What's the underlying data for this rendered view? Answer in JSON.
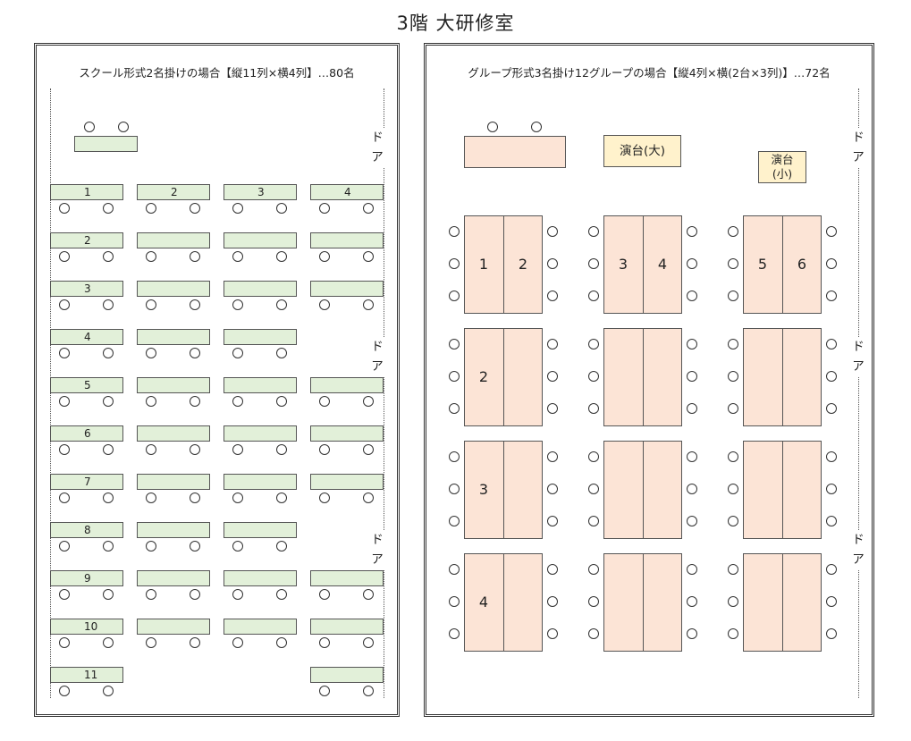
{
  "title": "3階 大研修室",
  "door_label": [
    "ド",
    "ア"
  ],
  "school": {
    "title": "スクール形式2名掛けの場合【縦11列×横4列】…80名",
    "row_labels": [
      "1",
      "2",
      "3",
      "4",
      "5",
      "6",
      "7",
      "8",
      "9",
      "10",
      "11"
    ],
    "column_labels": [
      "2",
      "3",
      "4"
    ],
    "layout": [
      [
        true,
        true,
        true,
        true
      ],
      [
        true,
        true,
        true,
        true
      ],
      [
        true,
        true,
        true,
        true
      ],
      [
        true,
        true,
        true,
        false
      ],
      [
        true,
        true,
        true,
        true
      ],
      [
        true,
        true,
        true,
        true
      ],
      [
        true,
        true,
        true,
        true
      ],
      [
        true,
        true,
        true,
        false
      ],
      [
        true,
        true,
        true,
        true
      ],
      [
        true,
        true,
        true,
        true
      ],
      [
        true,
        false,
        false,
        true
      ]
    ]
  },
  "group": {
    "title": "グループ形式3名掛け12グループの場合【縦4列×横(2台×3列)】…72名",
    "podium_large": "演台(大)",
    "podium_small": [
      "演台",
      "(小)"
    ],
    "table_labels_top": [
      "1",
      "2",
      "3",
      "4",
      "5",
      "6"
    ],
    "row_labels": [
      "2",
      "3",
      "4"
    ]
  }
}
